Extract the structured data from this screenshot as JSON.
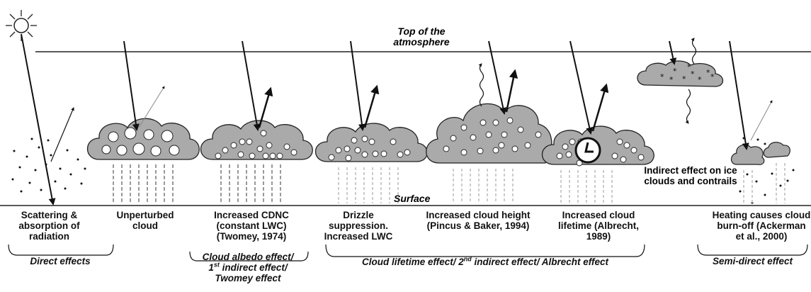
{
  "atmosphere": {
    "top_label": "Top of the atmosphere",
    "surface_label": "Surface"
  },
  "panels": [
    {
      "id": "direct",
      "label": "Scattering & absorption of radiation"
    },
    {
      "id": "unperturbed",
      "label": "Unperturbed cloud"
    },
    {
      "id": "cdnc",
      "label": "Increased CDNC (constant LWC) (Twomey, 1974)"
    },
    {
      "id": "drizzle",
      "label": "Drizzle suppression. Increased LWC"
    },
    {
      "id": "height",
      "label": "Increased cloud height (Pincus & Baker, 1994)"
    },
    {
      "id": "lifetime",
      "label": "Increased cloud lifetime (Albrecht, 1989)"
    },
    {
      "id": "semidirect",
      "label": "Heating causes cloud burn-off (Ackerman et al., 2000)"
    }
  ],
  "ice_label": "Indirect effect on ice clouds and contrails",
  "categories": {
    "direct": "Direct effects",
    "albedo_a": "Cloud albedo effect/",
    "albedo_b_pre": "1",
    "albedo_b_sup": "st",
    "albedo_b_post": " indirect effect/",
    "albedo_c": "Twomey effect",
    "lifetime_pre": "Cloud lifetime effect/ 2",
    "lifetime_sup": "nd",
    "lifetime_post": " indirect effect/ Albrecht effect",
    "semidirect": "Semi-direct effect"
  }
}
